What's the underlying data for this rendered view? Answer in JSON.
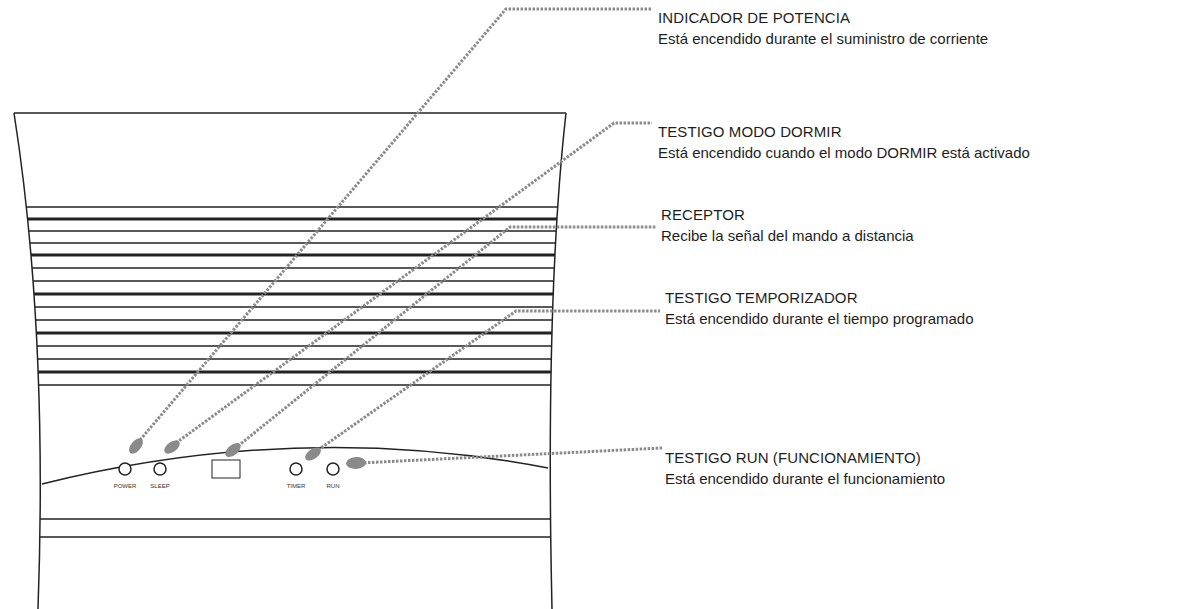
{
  "diagram": {
    "labels": [
      "INDICADOR DE POTENCIA",
      "Está encendido durante el suministro de corriente",
      "TESTIGO MODO DORMIR",
      "Está encendido cuando el modo DORMIR está activado",
      "RECEPTOR",
      "Recibe la señal del mando a distancia",
      "TESTIGO TEMPORIZADOR",
      "Está encendido durante el tiempo programado",
      "TESTIGO RUN (FUNCIONAMIENTO)",
      "Está encendido durante el funcionamiento",
      "POWER",
      "SLEEP",
      "TIMER",
      "RUN"
    ]
  }
}
